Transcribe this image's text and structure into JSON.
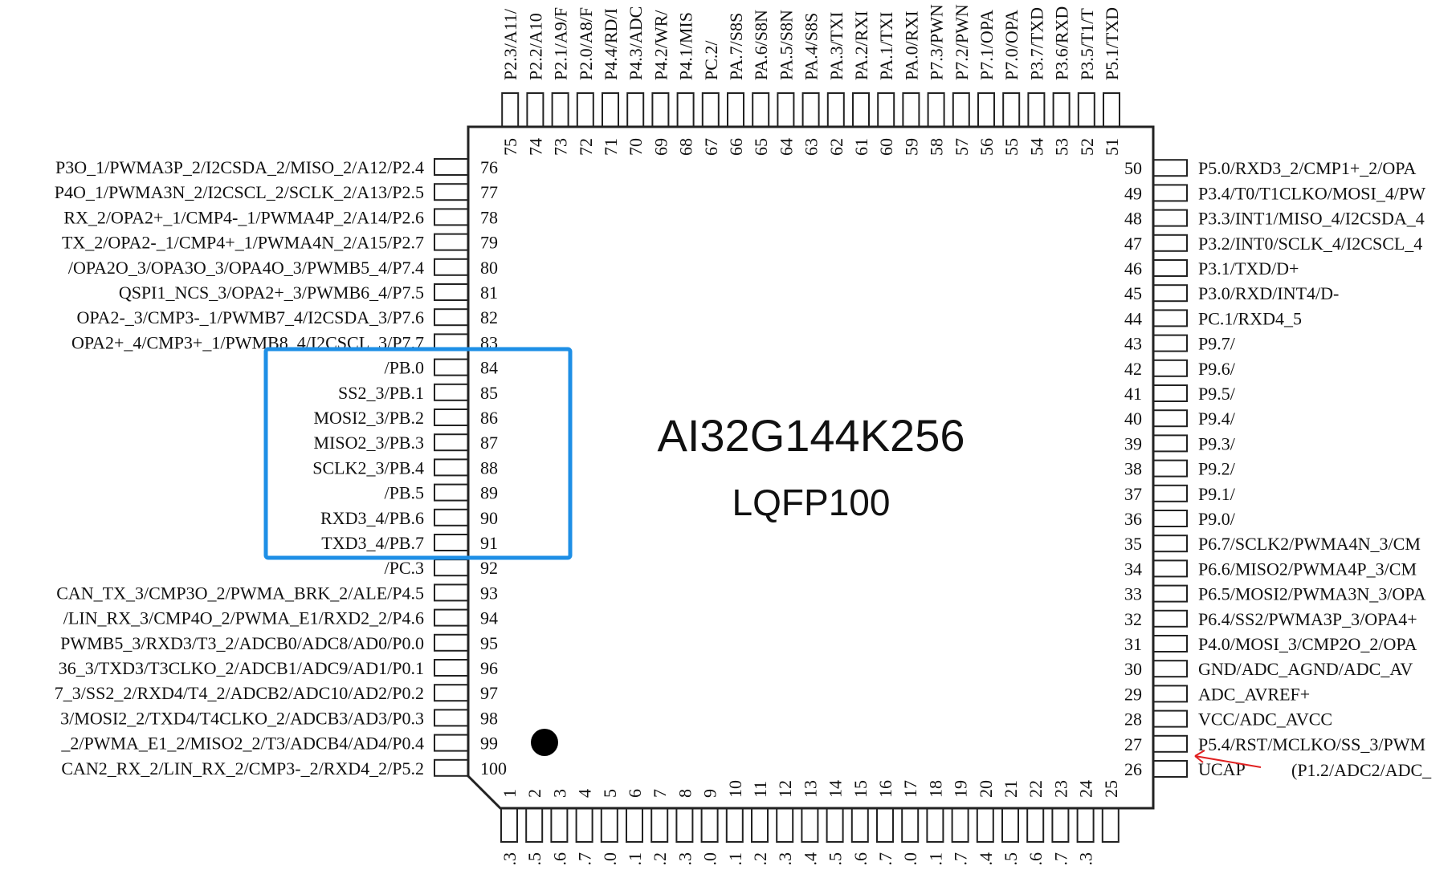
{
  "chip": {
    "part_number": "AI32G144K256",
    "package": "LQFP100"
  },
  "colors": {
    "highlight": "#1e8fe6",
    "annotation": "#e02020",
    "outline": "#222222"
  },
  "pins": {
    "bottom": [
      {
        "num": "1",
        "name": ".3"
      },
      {
        "num": "2",
        "name": ".5"
      },
      {
        "num": "3",
        "name": ".6"
      },
      {
        "num": "4",
        "name": ".7"
      },
      {
        "num": "5",
        "name": ".0"
      },
      {
        "num": "6",
        "name": ".1"
      },
      {
        "num": "7",
        "name": ".2"
      },
      {
        "num": "8",
        "name": ".3"
      },
      {
        "num": "9",
        "name": ".0"
      },
      {
        "num": "10",
        "name": ".1"
      },
      {
        "num": "11",
        "name": ".2"
      },
      {
        "num": "12",
        "name": ".3"
      },
      {
        "num": "13",
        "name": ".4"
      },
      {
        "num": "14",
        "name": ".5"
      },
      {
        "num": "15",
        "name": ".6"
      },
      {
        "num": "16",
        "name": ".7"
      },
      {
        "num": "17",
        "name": ".0"
      },
      {
        "num": "18",
        "name": ".1"
      },
      {
        "num": "19",
        "name": ".7"
      },
      {
        "num": "20",
        "name": ".4"
      },
      {
        "num": "21",
        "name": ".5"
      },
      {
        "num": "22",
        "name": ".6"
      },
      {
        "num": "23",
        "name": ".7"
      },
      {
        "num": "24",
        "name": ".3"
      },
      {
        "num": "25",
        "name": ""
      }
    ],
    "right": [
      {
        "num": "26",
        "name": "UCAP"
      },
      {
        "num": "27",
        "name": "P5.4/RST/MCLKO/SS_3/PWM"
      },
      {
        "num": "28",
        "name": "VCC/ADC_AVCC"
      },
      {
        "num": "29",
        "name": "ADC_AVREF+"
      },
      {
        "num": "30",
        "name": "GND/ADC_AGND/ADC_AV"
      },
      {
        "num": "31",
        "name": "P4.0/MOSI_3/CMP2O_2/OPA"
      },
      {
        "num": "32",
        "name": "P6.4/SS2/PWMA3P_3/OPA4+"
      },
      {
        "num": "33",
        "name": "P6.5/MOSI2/PWMA3N_3/OPA"
      },
      {
        "num": "34",
        "name": "P6.6/MISO2/PWMA4P_3/CM"
      },
      {
        "num": "35",
        "name": "P6.7/SCLK2/PWMA4N_3/CM"
      },
      {
        "num": "36",
        "name": "P9.0/"
      },
      {
        "num": "37",
        "name": "P9.1/"
      },
      {
        "num": "38",
        "name": "P9.2/"
      },
      {
        "num": "39",
        "name": "P9.3/"
      },
      {
        "num": "40",
        "name": "P9.4/"
      },
      {
        "num": "41",
        "name": "P9.5/"
      },
      {
        "num": "42",
        "name": "P9.6/"
      },
      {
        "num": "43",
        "name": "P9.7/"
      },
      {
        "num": "44",
        "name": "PC.1/RXD4_5"
      },
      {
        "num": "45",
        "name": "P3.0/RXD/INT4/D-"
      },
      {
        "num": "46",
        "name": "P3.1/TXD/D+"
      },
      {
        "num": "47",
        "name": "P3.2/INT0/SCLK_4/I2CSCL_4"
      },
      {
        "num": "48",
        "name": "P3.3/INT1/MISO_4/I2CSDA_4"
      },
      {
        "num": "49",
        "name": "P3.4/T0/T1CLKO/MOSI_4/PW"
      },
      {
        "num": "50",
        "name": "P5.0/RXD3_2/CMP1+_2/OPA"
      }
    ],
    "top": [
      {
        "num": "51",
        "name": "P5.1/TXD"
      },
      {
        "num": "52",
        "name": "P3.5/T1/T"
      },
      {
        "num": "53",
        "name": "P3.6/RXD"
      },
      {
        "num": "54",
        "name": "P3.7/TXD"
      },
      {
        "num": "55",
        "name": "P7.0/OPA"
      },
      {
        "num": "56",
        "name": "P7.1/OPA"
      },
      {
        "num": "57",
        "name": "P7.2/PWN"
      },
      {
        "num": "58",
        "name": "P7.3/PWN"
      },
      {
        "num": "59",
        "name": "PA.0/RXI"
      },
      {
        "num": "60",
        "name": "PA.1/TXI"
      },
      {
        "num": "61",
        "name": "PA.2/RXI"
      },
      {
        "num": "62",
        "name": "PA.3/TXI"
      },
      {
        "num": "63",
        "name": "PA.4/S8S"
      },
      {
        "num": "64",
        "name": "PA.5/S8N"
      },
      {
        "num": "65",
        "name": "PA.6/S8N"
      },
      {
        "num": "66",
        "name": "PA.7/S8S"
      },
      {
        "num": "67",
        "name": "PC.2/"
      },
      {
        "num": "68",
        "name": "P4.1/MIS"
      },
      {
        "num": "69",
        "name": "P4.2/WR/"
      },
      {
        "num": "70",
        "name": "P4.3/ADC"
      },
      {
        "num": "71",
        "name": "P4.4/RD/I"
      },
      {
        "num": "72",
        "name": "P2.0/A8/F"
      },
      {
        "num": "73",
        "name": "P2.1/A9/F"
      },
      {
        "num": "74",
        "name": "P2.2/A10"
      },
      {
        "num": "75",
        "name": "P2.3/A11/"
      }
    ],
    "left": [
      {
        "num": "76",
        "name": "P3O_1/PWMA3P_2/I2CSDA_2/MISO_2/A12/P2.4"
      },
      {
        "num": "77",
        "name": "P4O_1/PWMA3N_2/I2CSCL_2/SCLK_2/A13/P2.5"
      },
      {
        "num": "78",
        "name": "RX_2/OPA2+_1/CMP4-_1/PWMA4P_2/A14/P2.6"
      },
      {
        "num": "79",
        "name": "TX_2/OPA2-_1/CMP4+_1/PWMA4N_2/A15/P2.7"
      },
      {
        "num": "80",
        "name": "/OPA2O_3/OPA3O_3/OPA4O_3/PWMB5_4/P7.4"
      },
      {
        "num": "81",
        "name": "QSPI1_NCS_3/OPA2+_3/PWMB6_4/P7.5"
      },
      {
        "num": "82",
        "name": "OPA2-_3/CMP3-_1/PWMB7_4/I2CSDA_3/P7.6"
      },
      {
        "num": "83",
        "name": "OPA2+_4/CMP3+_1/PWMB8_4/I2CSCL_3/P7.7"
      },
      {
        "num": "84",
        "name": "/PB.0"
      },
      {
        "num": "85",
        "name": "SS2_3/PB.1"
      },
      {
        "num": "86",
        "name": "MOSI2_3/PB.2"
      },
      {
        "num": "87",
        "name": "MISO2_3/PB.3"
      },
      {
        "num": "88",
        "name": "SCLK2_3/PB.4"
      },
      {
        "num": "89",
        "name": "/PB.5"
      },
      {
        "num": "90",
        "name": "RXD3_4/PB.6"
      },
      {
        "num": "91",
        "name": "TXD3_4/PB.7"
      },
      {
        "num": "92",
        "name": "/PC.3"
      },
      {
        "num": "93",
        "name": "CAN_TX_3/CMP3O_2/PWMA_BRK_2/ALE/P4.5"
      },
      {
        "num": "94",
        "name": "/LIN_RX_3/CMP4O_2/PWMA_E1/RXD2_2/P4.6"
      },
      {
        "num": "95",
        "name": "PWMB5_3/RXD3/T3_2/ADCB0/ADC8/AD0/P0.0"
      },
      {
        "num": "96",
        "name": "36_3/TXD3/T3CLKO_2/ADCB1/ADC9/AD1/P0.1"
      },
      {
        "num": "97",
        "name": "7_3/SS2_2/RXD4/T4_2/ADCB2/ADC10/AD2/P0.2"
      },
      {
        "num": "98",
        "name": "3/MOSI2_2/TXD4/T4CLKO_2/ADCB3/AD3/P0.3"
      },
      {
        "num": "99",
        "name": "_2/PWMA_E1_2/MISO2_2/T3/ADCB4/AD4/P0.4"
      },
      {
        "num": "100",
        "name": "CAN2_RX_2/LIN_RX_2/CMP3-_2/RXD4_2/P5.2"
      }
    ]
  },
  "annotation": {
    "text": "(P1.2/ADC2/ADC_"
  }
}
